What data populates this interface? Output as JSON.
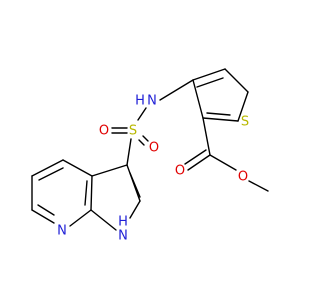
{
  "molecule": {
    "atoms": {
      "n_amine": {
        "label": "N",
        "h": "H",
        "color": "#1f1fd6"
      },
      "s_sulfonyl": {
        "label": "S",
        "color": "#b8b800"
      },
      "o_sulfonyl_left": {
        "label": "O",
        "color": "#e00000"
      },
      "o_sulfonyl_right": {
        "label": "O",
        "color": "#e00000"
      },
      "s_thiophene": {
        "label": "S",
        "color": "#b8b800"
      },
      "o_carbonyl": {
        "label": "O",
        "color": "#e00000"
      },
      "o_ester": {
        "label": "O",
        "color": "#e00000"
      },
      "n_pyridine": {
        "label": "N",
        "color": "#1f1fd6"
      },
      "n_pyrrole": {
        "label": "N",
        "h": "H",
        "color": "#1f1fd6"
      }
    }
  }
}
